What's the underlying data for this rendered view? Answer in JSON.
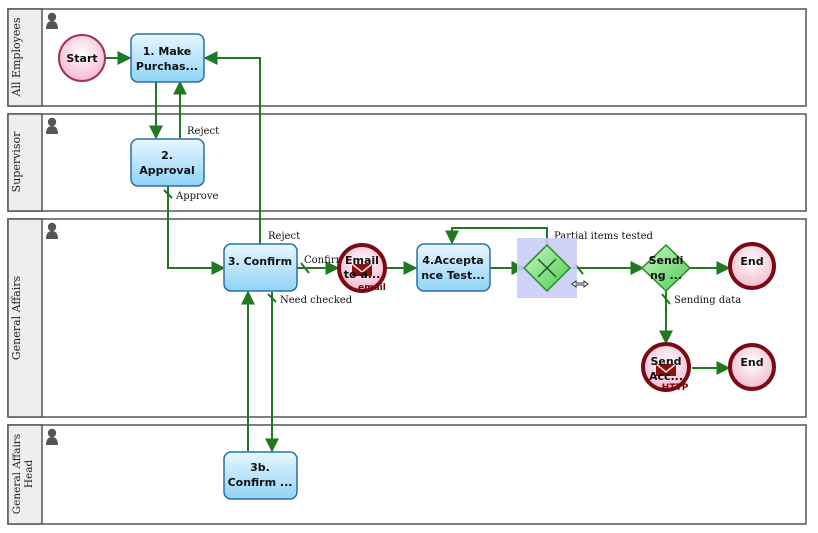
{
  "lanes": [
    {
      "id": "lane-all",
      "title": "All Employees"
    },
    {
      "id": "lane-sup",
      "title": "Supervisor"
    },
    {
      "id": "lane-ga",
      "title": "General Affairs"
    },
    {
      "id": "lane-gah",
      "title": "General Affairs Head"
    }
  ],
  "nodes": {
    "start": {
      "line1": "Start"
    },
    "task1": {
      "line1": "1. Make",
      "line2": "Purchas..."
    },
    "task2": {
      "line1": "2.",
      "line2": "Approval"
    },
    "task3": {
      "line1": "3. Confirm"
    },
    "task3b": {
      "line1": "3b.",
      "line2": "Confirm ..."
    },
    "email": {
      "line1": "Email",
      "line2": "to a...",
      "badge": "email"
    },
    "task4": {
      "line1": "4.Accepta",
      "line2": "nce Test..."
    },
    "sending": {
      "line1": "Sendi",
      "line2": "ng ..."
    },
    "sendhttp": {
      "line1": "Send",
      "line2": "Acc...",
      "badge": "HTTP"
    },
    "end1": {
      "line1": "End"
    },
    "end2": {
      "line1": "End"
    }
  },
  "flow_labels": {
    "reject1": "Reject",
    "approve": "Approve",
    "reject2": "Reject",
    "confirm": "Confirm",
    "need_checked": "Need checked",
    "partial": "Partial items tested",
    "sending_data": "Sending data"
  },
  "colors": {
    "lane_border": "#555555",
    "header_bg": "#eeeeee",
    "flow": "#1f7a1f",
    "task_fill": "#bfe6fb",
    "task_stroke": "#2a6fa8",
    "start_fill": "#f7cfe0",
    "start_stroke": "#a33060",
    "end_stroke": "#7a0a14",
    "gateway_fill": "#7de07d",
    "gateway_stroke": "#2a8a2a",
    "selection": "#c9cdf6"
  },
  "icons": {
    "lane_actor": "person-icon",
    "email_marker": "envelope-icon",
    "gateway_marker": "x-icon",
    "cursor": "move-cursor-icon"
  }
}
